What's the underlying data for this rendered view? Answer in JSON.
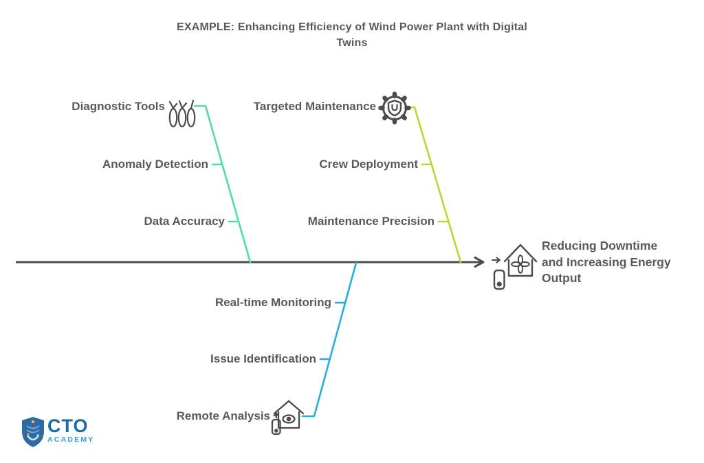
{
  "title": {
    "full": "EXAMPLE: Enhancing Efficiency of Wind Power Plant with Digital Twins",
    "lines": [
      "EXAMPLE: Enhancing Efficiency of Wind Power Plant with Digital",
      "Twins"
    ]
  },
  "effect": {
    "full": "Reducing Downtime and Increasing Energy Output",
    "lines": [
      "Reducing Downtime",
      "and Increasing Energy",
      "Output"
    ],
    "icon": "smart-home-energy-icon"
  },
  "branches": {
    "top_left": {
      "icon": "wind-turbines-icon",
      "items": [
        "Diagnostic Tools",
        "Anomaly Detection",
        "Data Accuracy"
      ]
    },
    "top_right": {
      "icon": "gear-shield-icon",
      "items": [
        "Targeted Maintenance",
        "Crew Deployment",
        "Maintenance Precision"
      ]
    },
    "bottom": {
      "icon": "remote-monitoring-house-icon",
      "items": [
        "Real-time Monitoring",
        "Issue Identification",
        "Remote Analysis"
      ]
    }
  },
  "logo": {
    "name": "CTO Academy",
    "line1": "CTO",
    "line2": "ACADEMY"
  },
  "colors": {
    "spine": "#4a4b4d",
    "text": "#58595b",
    "teal_branch": "#50dd9f",
    "green_branch": "#b5d834",
    "blue_branch": "#29abe2",
    "background": "#ffffff",
    "logo_shield": "#2e6ba5",
    "logo_cto": "#1c6ba7",
    "logo_academy": "#2aa0d8",
    "logo_gold": "#e9b63c"
  }
}
